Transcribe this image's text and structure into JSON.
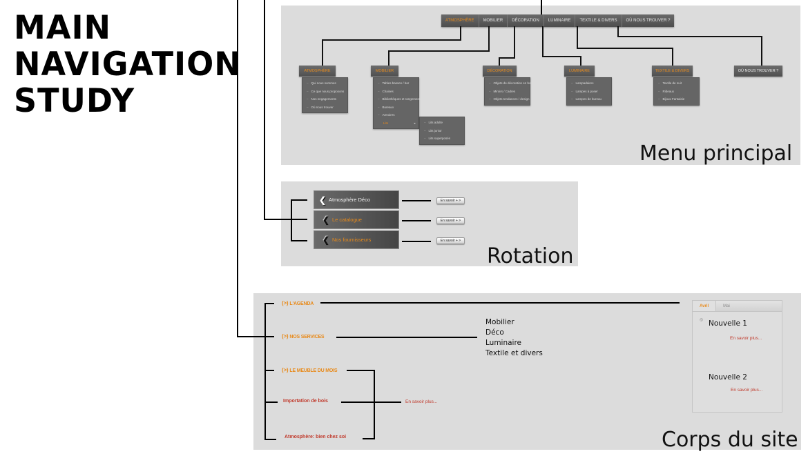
{
  "title": {
    "lines": [
      "MAIN",
      "NAVIGATION",
      "STUDY"
    ]
  },
  "menu_principal": {
    "caption": "Menu principal",
    "top_nav": [
      {
        "label": "ATMOSPHÈRE",
        "active": true
      },
      {
        "label": "MOBILIER",
        "active": false
      },
      {
        "label": "DÉCORATION",
        "active": false
      },
      {
        "label": "LUMINAIRE",
        "active": false
      },
      {
        "label": "TEXTILE & DIVERS",
        "active": false
      },
      {
        "label": "OÙ NOUS TROUVER ?",
        "active": false
      }
    ],
    "submenus": {
      "atmosphere": {
        "header": "ATMOSPHÈRE",
        "items": [
          "Qui nous sommes",
          "Ce que nous proposons",
          "Nos engagements",
          "Où nous trouver"
        ]
      },
      "mobilier": {
        "header": "MOBILIER",
        "items": [
          "Tables basses / bar",
          "Chaises",
          "Bibliothèques et rangements",
          "Bureaux",
          "Armoires",
          "Lits"
        ],
        "active_item": "Lits",
        "lits_submenu": [
          "Lits adulte",
          "Lits junior",
          "Lits superposés"
        ]
      },
      "decoration": {
        "header": "DÉCORATION",
        "items": [
          "Objets de décoration en bois",
          "Miroirs / Cadres",
          "Objets tendances / design"
        ]
      },
      "luminaire": {
        "header": "LUMINAIRE",
        "items": [
          "Lampadaires",
          "Lampes à poser",
          "Lampes de bureau"
        ]
      },
      "textile": {
        "header": "TEXTILE & DIVERS",
        "items": [
          "Textile de nuit",
          "Rideaux",
          "Bijoux Fantaisie"
        ]
      },
      "ou_nous_trouver": {
        "header": "OÙ NOUS TROUVER ?"
      }
    }
  },
  "rotation": {
    "caption": "Rotation",
    "items": [
      {
        "label": "Atmosphère Déco",
        "button": "En savoir + >"
      },
      {
        "label": "Le catalogue",
        "button": "En savoir + >"
      },
      {
        "label": "Nos fournisseurs",
        "button": "En savoir + >"
      }
    ],
    "chevron_icon": "chevron-left-icon"
  },
  "corps_du_site": {
    "caption": "Corps du site",
    "sections": {
      "agenda": {
        "bracket": "(>)",
        "label": "L'AGENDA"
      },
      "services": {
        "bracket": "(>)",
        "label": "NOS SERVICES"
      },
      "meuble": {
        "bracket": "(>)",
        "label": "LE MEUBLE DU MOIS"
      }
    },
    "services_list": [
      "Mobilier",
      "Déco",
      "Luminaire",
      "Textile et divers"
    ],
    "meuble_items": [
      "Importation de bois",
      "Atmosphère: bien chez soi"
    ],
    "meuble_more": "En savoir plus...",
    "agenda_widget": {
      "tabs": [
        {
          "label": "Avril",
          "active": true
        },
        {
          "label": "Mai",
          "active": false
        }
      ],
      "news": [
        {
          "title": "Nouvelle 1",
          "more": "En savoir plus..."
        },
        {
          "title": "Nouvelle 2",
          "more": "En savoir plus..."
        }
      ]
    }
  },
  "colors": {
    "accent_orange": "#e88a1a",
    "link_red": "#c0392b",
    "panel_gray": "#dcdcdc",
    "menu_dark": "#5a5a5a"
  }
}
